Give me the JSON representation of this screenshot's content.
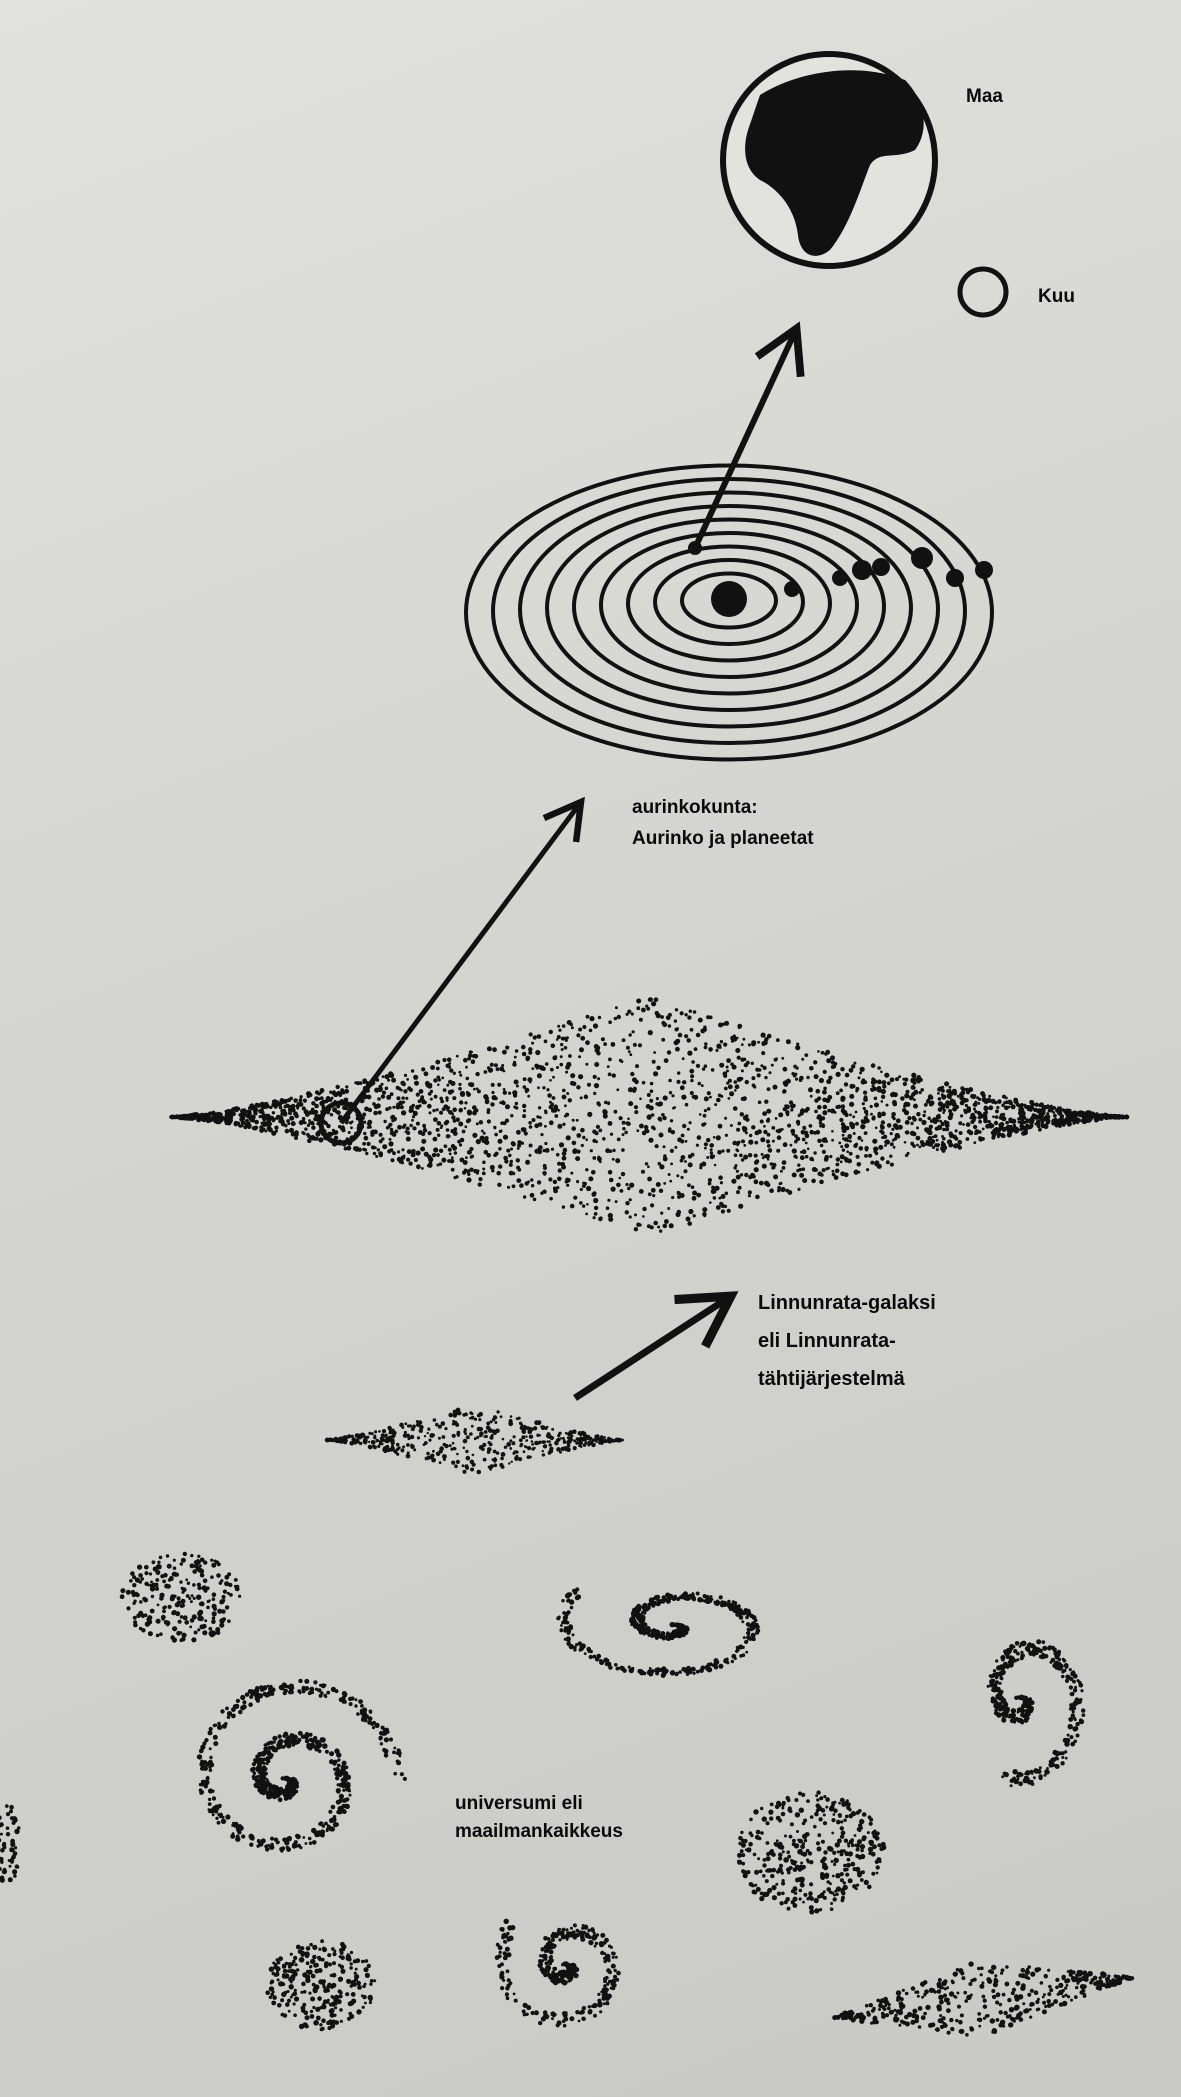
{
  "labels": {
    "earth": "Maa",
    "moon": "Kuu",
    "solar_system": [
      "aurinkokunta:",
      "Aurinko ja planeetat"
    ],
    "milky_way": [
      "Linnunrata-galaksi",
      "eli Linnunrata-",
      "tähtijärjestelmä"
    ],
    "universe": [
      "universumi eli",
      "maailmankaikkeus"
    ]
  },
  "colors": {
    "ink": "#111111",
    "paper": "#d6d6d3"
  }
}
